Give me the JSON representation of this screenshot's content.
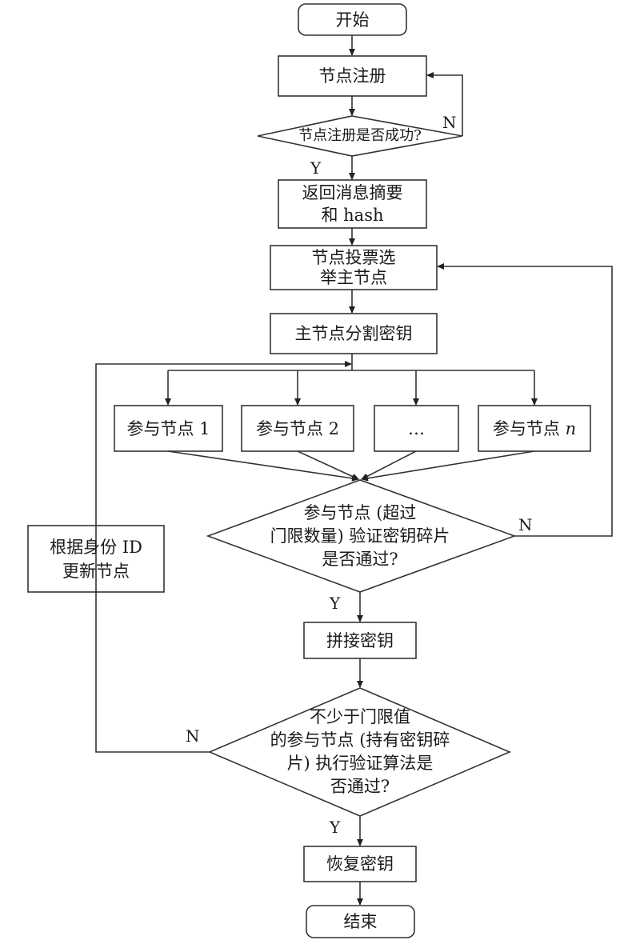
{
  "nodes": {
    "start": "开始",
    "register": "节点注册",
    "register_ok": "节点注册是否成功?",
    "digest_l1": "返回消息摘要",
    "digest_l2": "和 hash",
    "vote_l1": "节点投票选",
    "vote_l2": "举主节点",
    "split": "主节点分割密钥",
    "p1": "参与节点 1",
    "p2": "参与节点 2",
    "pdots": "…",
    "pn_prefix": "参与节点 ",
    "pn_var": "n",
    "verify_l1": "参与节点 (超过",
    "verify_l2": "门限数量) 验证密钥碎片",
    "verify_l3": "是否通过?",
    "update_l1": "根据身份 ID",
    "update_l2": "更新节点",
    "concat": "拼接密钥",
    "algo_l1": "不少于门限值",
    "algo_l2": "的参与节点 (持有密钥碎",
    "algo_l3": "片) 执行验证算法是",
    "algo_l4": "否通过?",
    "restore": "恢复密钥",
    "end": "结束"
  },
  "labels": {
    "n_register": "N",
    "y_register": "Y",
    "n_verify": "N",
    "y_verify": "Y",
    "n_algo": "N",
    "y_algo": "Y"
  }
}
